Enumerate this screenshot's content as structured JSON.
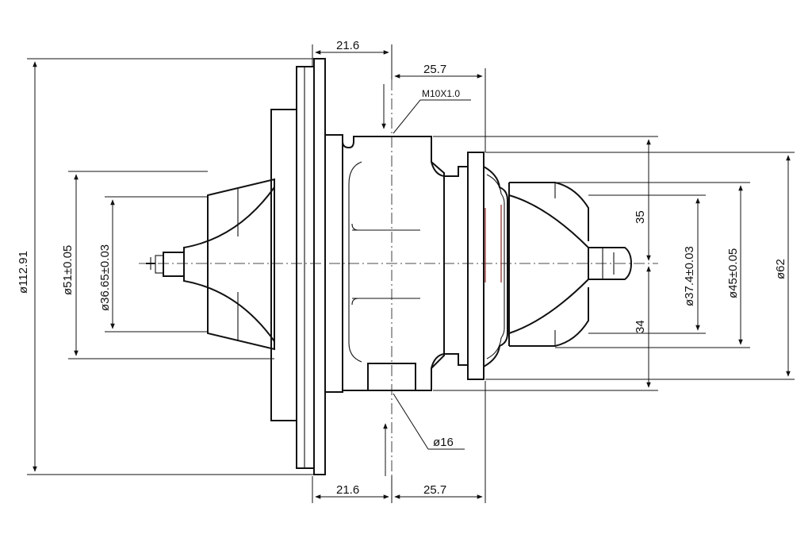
{
  "dimensions": {
    "top_left_width": "21.6",
    "top_right_width": "25.7",
    "thread": "M10X1.0",
    "housing_diameter": "ø112.91",
    "compressor_wheel_od": "ø51±0.05",
    "compressor_wheel_inducer": "ø36.65±0.03",
    "upper_height": "35",
    "lower_height": "34",
    "turbine_wheel_inducer": "ø37.4±0.03",
    "turbine_wheel_od": "ø45±0.05",
    "turbine_flange": "ø62",
    "oil_port": "ø16",
    "bottom_left_width": "21.6",
    "bottom_right_width": "25.7"
  }
}
